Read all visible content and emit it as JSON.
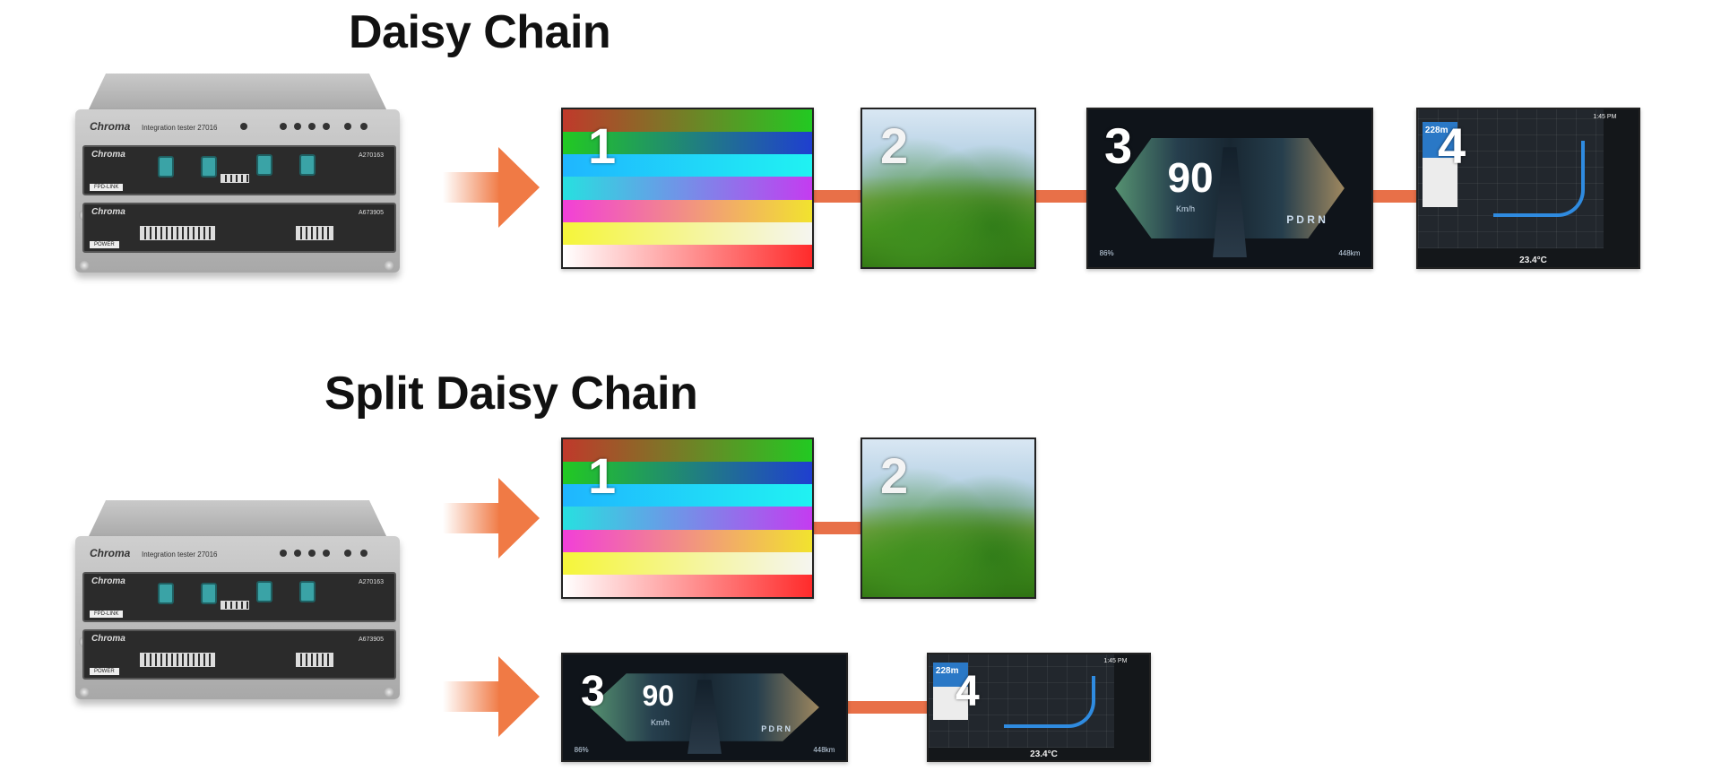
{
  "titles": {
    "daisy_chain": "Daisy Chain",
    "split_daisy_chain": "Split Daisy Chain"
  },
  "device": {
    "brand": "Chroma",
    "model": "Integration tester 27016",
    "card1_brand": "Chroma",
    "card1_id": "A270163",
    "card1_tag": "FPD-LINK",
    "card2_brand": "Chroma",
    "card2_id": "A673905",
    "card2_tag": "POWER"
  },
  "screens": {
    "s1_number": "1",
    "s2_number": "2",
    "s3_number": "3",
    "s4_number": "4",
    "cluster_speed": "90",
    "cluster_unit": "Km/h",
    "cluster_gear": "P D R N",
    "cluster_range": "448km",
    "cluster_battery": "86%",
    "nav_distance": "228m",
    "nav_temp": "23.4°C",
    "nav_clock": "1:45 PM"
  },
  "colors": {
    "arrow": "#f07a45",
    "link": "#e87048",
    "color_bars": [
      "#c0392b→#22c922",
      "#22c922→#1f3fd0",
      "#1fb6ff→#20f2f2",
      "#27e0e0→#c43cf0",
      "#f23fd8→#f2e32e",
      "#f5f53a→#f5f5f0",
      "#ffffff→#ff2b2b"
    ]
  }
}
